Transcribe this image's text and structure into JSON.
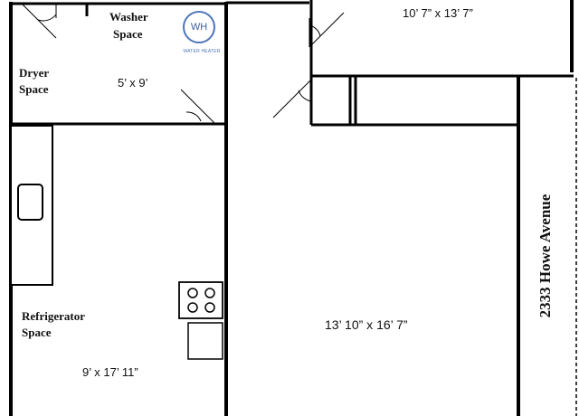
{
  "rooms": {
    "washer": "Washer Space",
    "washer_line1": "Washer",
    "washer_line2": "Space",
    "dryer_line1": "Dryer",
    "dryer_line2": "Space",
    "utility_size": "5’ x 9’",
    "bedroom_size": "10’ 7” x 13’ 7”",
    "fridge_line1": "Refrigerator",
    "fridge_line2": "Space",
    "kitchen_size": "9’ x 17’ 11”",
    "living_size": "13’ 10” x 16’ 7”"
  },
  "water_heater": {
    "abbr": "WH",
    "label": "WATER HEATER"
  },
  "street": "2333 Howe Avenue",
  "colors": {
    "wall": "#000000",
    "water_heater": "#4f76b8"
  }
}
